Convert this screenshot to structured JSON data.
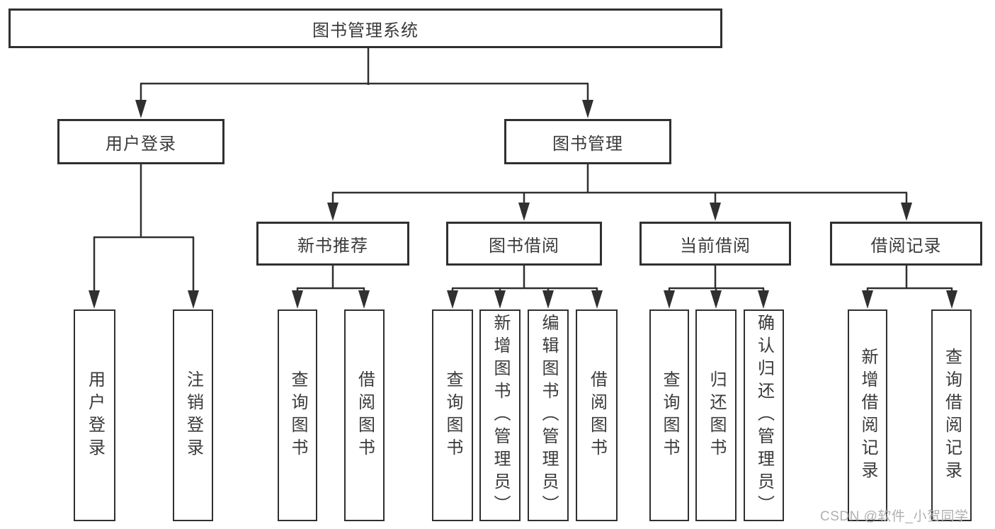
{
  "root": {
    "label": "图书管理系统"
  },
  "level2": [
    {
      "label": "用户登录"
    },
    {
      "label": "图书管理"
    }
  ],
  "level3": [
    {
      "label": "新书推荐"
    },
    {
      "label": "图书借阅"
    },
    {
      "label": "当前借阅"
    },
    {
      "label": "借阅记录"
    }
  ],
  "leaves": [
    {
      "label": "用户登录"
    },
    {
      "label": "注销登录"
    },
    {
      "label": "查询图书"
    },
    {
      "label": "借阅图书"
    },
    {
      "label": "查询图书"
    },
    {
      "label": "新增图书（管理员）"
    },
    {
      "label": "编辑图书（管理员）"
    },
    {
      "label": "借阅图书"
    },
    {
      "label": "查询图书"
    },
    {
      "label": "归还图书"
    },
    {
      "label": "确认归还（管理员）"
    },
    {
      "label": "新增借阅记录"
    },
    {
      "label": "查询借阅记录"
    }
  ],
  "watermark": {
    "label": "CSDN @软件_小贺同学"
  },
  "colors": {
    "line": "#303030",
    "text": "#3a3a3a",
    "background": "#ffffff",
    "watermark": "#b0b0b0"
  }
}
